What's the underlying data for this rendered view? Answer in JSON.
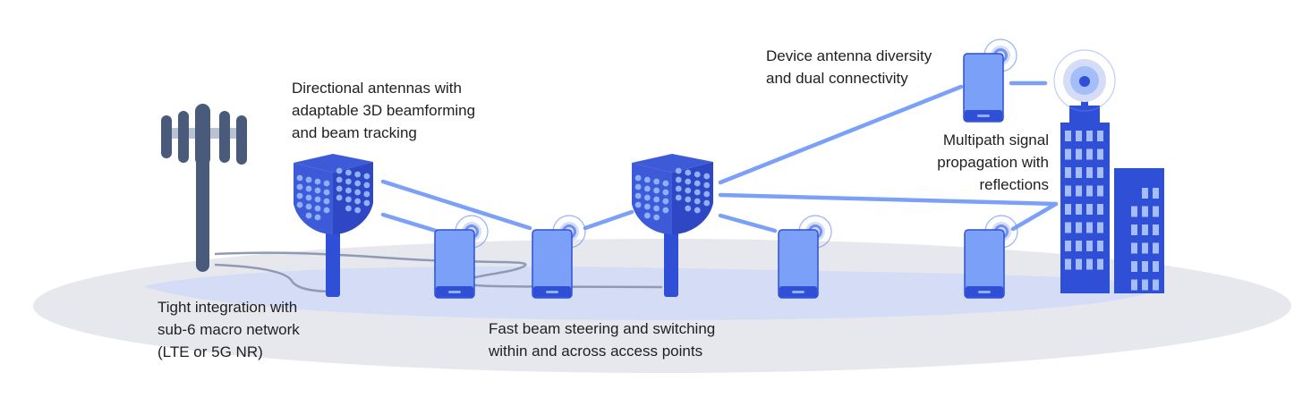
{
  "colors": {
    "ground_outer": "#e6e8ee",
    "ground_inner": "#d5dcf6",
    "beam": "#7aa0f7",
    "antenna_panel": "#3d5bd9",
    "antenna_panel_side": "#2f47c4",
    "antenna_dot": "#8fb0fb",
    "pole": "#2f4fd6",
    "phone_body": "#7aa0f7",
    "phone_border": "#2f4fd6",
    "signal_ring": "#6f90f4",
    "macro_tower": "#4a5a7a",
    "macro_arm": "#b9c3d3",
    "fiber": "#8e9bb3",
    "building": "#2f4fd6",
    "window": "#a6bdfb",
    "text": "#1f1f1f"
  },
  "elements": {
    "macro_tower": "macro-cell-tower-icon",
    "access_points": [
      "directional-antenna-icon",
      "directional-antenna-icon"
    ],
    "devices": [
      "smartphone-icon",
      "smartphone-icon",
      "smartphone-icon",
      "smartphone-icon",
      "smartphone-icon"
    ],
    "building": "office-building-icon",
    "rooftop_antenna": "rooftop-signal-icon"
  },
  "captions": {
    "directional": [
      "Directional antennas with",
      "adaptable 3D beamforming",
      "and beam tracking"
    ],
    "diversity": [
      "Device antenna diversity",
      "and dual connectivity"
    ],
    "multipath": [
      "Multipath signal",
      "propagation with",
      "reflections"
    ],
    "integration": [
      "Tight integration with",
      "sub-6 macro network",
      "(LTE or 5G NR)"
    ],
    "steering": [
      "Fast beam steering and switching",
      "within and across access points"
    ]
  }
}
